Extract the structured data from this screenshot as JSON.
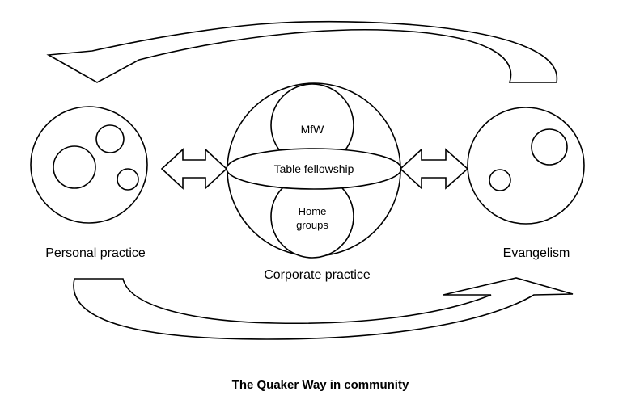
{
  "diagram": {
    "title": "The Quaker Way in community",
    "nodes": {
      "personal": {
        "label": "Personal practice"
      },
      "corporate": {
        "label": "Corporate practice"
      },
      "evangelism": {
        "label": "Evangelism"
      }
    },
    "inner": {
      "mfw": "MfW",
      "table": "Table fellowship",
      "home_line1": "Home",
      "home_line2": "groups"
    },
    "colors": {
      "stroke": "#000000",
      "fill": "#ffffff"
    }
  }
}
